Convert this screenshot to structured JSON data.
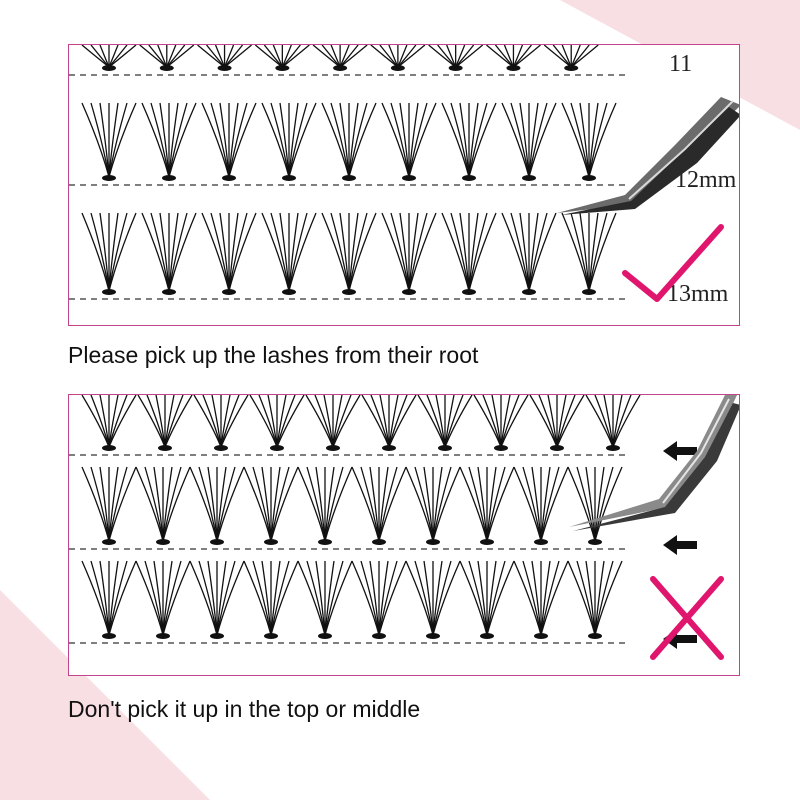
{
  "colors": {
    "accent": "#c2448a",
    "mark": "#e0166e",
    "background_pink": "#f8dfe3",
    "lash": "#111111"
  },
  "panels": [
    {
      "caption": "Please pick up the lashes from their root",
      "row_labels": [
        "11",
        "12mm",
        "13mm"
      ],
      "verdict_icon": "check-mark-icon"
    },
    {
      "caption": "Don't pick it up in the top or middle",
      "row_labels": [],
      "verdict_icon": "cross-mark-icon"
    }
  ]
}
